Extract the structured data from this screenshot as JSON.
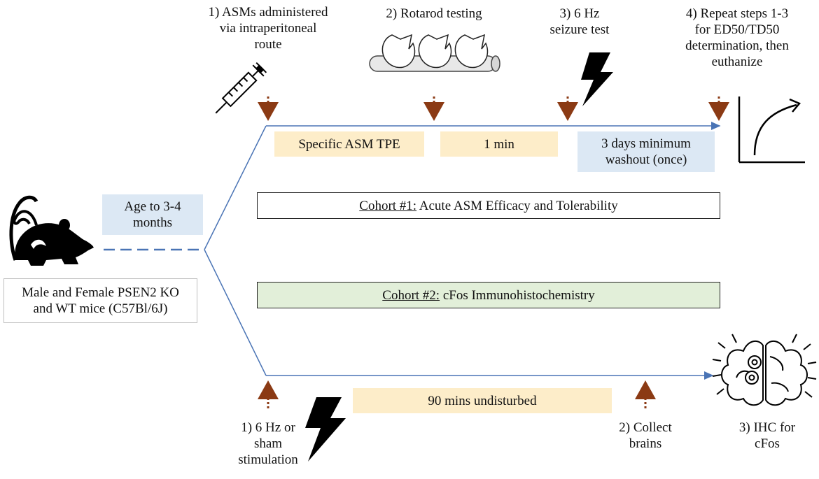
{
  "colors": {
    "line": "#4a74b5",
    "arrow_dotted": "#8b3a14",
    "yellow_box": "#fdedc9",
    "blue_box": "#dce8f4",
    "green_box": "#e2efd9"
  },
  "icons": [
    "mouse-icon",
    "syringe-icon",
    "rotarod-icon",
    "lightning-bolt-icon",
    "dose-response-curve-icon",
    "brain-icon",
    "gear-icon"
  ],
  "mice": {
    "label_line1": "Male and Female PSEN2 KO",
    "label_line2": "and WT mice (C57Bl/6J)",
    "age_line1": "Age to 3-4",
    "age_line2": "months"
  },
  "cohort1": {
    "title_prefix": "Cohort #1:",
    "title_suffix": " Acute ASM Efficacy and Tolerability",
    "step1_line1": "1) ASMs administered",
    "step1_line2": "via intraperitoneal",
    "step1_line3": "route",
    "step2": "2) Rotarod testing",
    "step3_line1": "3) 6 Hz",
    "step3_line2": "seizure test",
    "step4_line1": "4) Repeat steps 1-3",
    "step4_line2": "for ED50/TD50",
    "step4_line3": "determination, then",
    "step4_line4": "euthanize",
    "interval1": "Specific ASM TPE",
    "interval2": "1 min",
    "interval3_line1": "3 days minimum",
    "interval3_line2": "washout (once)"
  },
  "cohort2": {
    "title_prefix": "Cohort #2:",
    "title_suffix": " cFos Immunohistochemistry",
    "interval": "90 mins undisturbed",
    "step1_line1": "1) 6 Hz or",
    "step1_line2": "sham",
    "step1_line3": "stimulation",
    "step2_line1": "2) Collect",
    "step2_line2": "brains",
    "step3_line1": "3) IHC for",
    "step3_line2": "cFos"
  }
}
